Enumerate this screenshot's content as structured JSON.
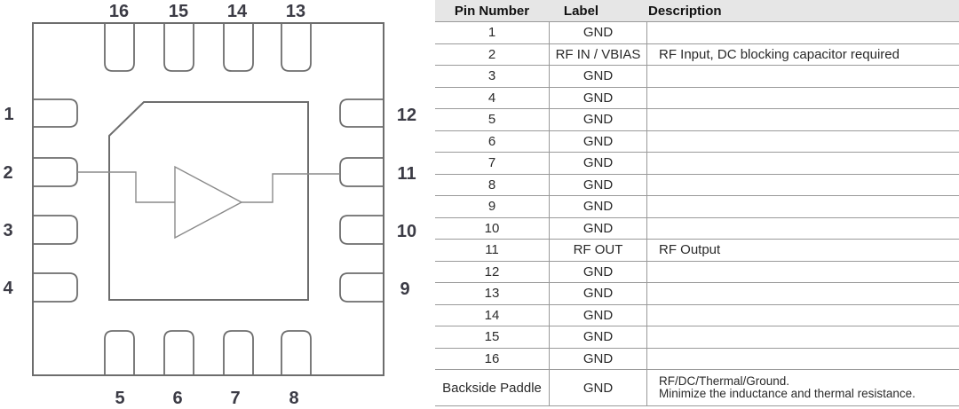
{
  "diagram": {
    "pin_labels_top": [
      "16",
      "15",
      "14",
      "13"
    ],
    "pin_labels_bottom": [
      "5",
      "6",
      "7",
      "8"
    ],
    "pin_labels_left": [
      "1",
      "2",
      "3",
      "4"
    ],
    "pin_labels_right": [
      "12",
      "11",
      "10",
      "9"
    ]
  },
  "table": {
    "headers": [
      "Pin Number",
      "Label",
      "Description"
    ],
    "rows": [
      {
        "pin": "1",
        "label": "GND",
        "description": ""
      },
      {
        "pin": "2",
        "label": "RF IN / VBIAS",
        "description": "RF Input, DC blocking capacitor required"
      },
      {
        "pin": "3",
        "label": "GND",
        "description": ""
      },
      {
        "pin": "4",
        "label": "GND",
        "description": ""
      },
      {
        "pin": "5",
        "label": "GND",
        "description": ""
      },
      {
        "pin": "6",
        "label": "GND",
        "description": ""
      },
      {
        "pin": "7",
        "label": "GND",
        "description": ""
      },
      {
        "pin": "8",
        "label": "GND",
        "description": ""
      },
      {
        "pin": "9",
        "label": "GND",
        "description": ""
      },
      {
        "pin": "10",
        "label": "GND",
        "description": ""
      },
      {
        "pin": "11",
        "label": "RF OUT",
        "description": "RF Output"
      },
      {
        "pin": "12",
        "label": "GND",
        "description": ""
      },
      {
        "pin": "13",
        "label": "GND",
        "description": ""
      },
      {
        "pin": "14",
        "label": "GND",
        "description": ""
      },
      {
        "pin": "15",
        "label": "GND",
        "description": ""
      },
      {
        "pin": "16",
        "label": "GND",
        "description": ""
      },
      {
        "pin": "Backside Paddle",
        "label": "GND",
        "description": [
          "RF/DC/Thermal/Ground.",
          "Minimize the inductance and thermal resistance."
        ]
      }
    ]
  },
  "colors": {
    "header_bg": "#e6e6e6",
    "table_line": "#9a9a9a",
    "diagram_line": "#6d6d6d",
    "amp_line": "#8a8a8a",
    "pin_label_text": "#3b3b45"
  }
}
